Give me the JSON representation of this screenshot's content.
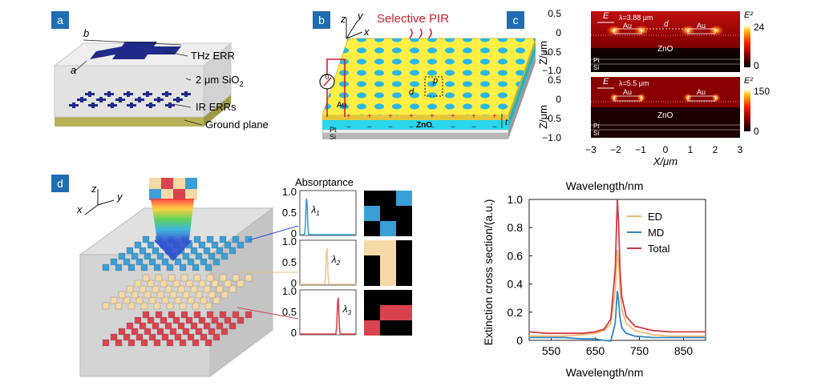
{
  "panels": {
    "a": {
      "badge": "a",
      "dim_b": "b",
      "dim_a": "a",
      "labels": [
        "THz ERR",
        "2 μm SiO",
        "IR ERRs",
        "Ground plane"
      ],
      "sio2_sub": "2"
    },
    "b": {
      "badge": "b",
      "title": "Selective PIR",
      "axis_z": "z",
      "axis_y": "y",
      "axis_x": "x",
      "meter_symbol": "0",
      "label_au": "Au",
      "label_zno": "ZnO",
      "label_pt": "Pt",
      "label_si": "Si",
      "label_p": "p",
      "label_d": "d",
      "label_t": "t",
      "charges_plus": [
        "+",
        "+",
        "+",
        "+",
        "+",
        "+",
        "+",
        "+"
      ],
      "charges_minus": [
        "−",
        "−",
        "−",
        "−",
        "−",
        "−",
        "−",
        "−"
      ]
    },
    "c": {
      "badge": "c",
      "top": {
        "e_label": "E",
        "lambda": "λ=3.88 μm",
        "d_label": "d",
        "au_left": "Au",
        "au_right": "Au",
        "zno": "ZnO",
        "pt": "Pt",
        "si": "Si",
        "colorbar_title": "E²",
        "colorbar_max": "24",
        "colorbar_min": "0",
        "yticks": [
          "0.5",
          "0",
          "−0.5",
          "−1.0"
        ],
        "ylabel": "Z/μm"
      },
      "bottom": {
        "e_label": "E",
        "lambda": "λ=5.5 μm",
        "au_left": "Au",
        "au_right": "Au",
        "zno": "ZnO",
        "pt": "Pt",
        "si": "Si",
        "colorbar_title": "E²",
        "colorbar_max": "150",
        "colorbar_min": "0",
        "yticks": [
          "0.5",
          "0",
          "−0.5",
          "−1.0"
        ],
        "ylabel": "Z/μm"
      },
      "xticks": [
        "−3",
        "−2",
        "−1",
        "0",
        "1",
        "2",
        "3"
      ],
      "xlabel": "X/μm"
    },
    "d": {
      "badge": "d",
      "axis_z": "z",
      "axis_y": "y",
      "axis_x": "x",
      "absorptance_title": "Absorptance",
      "yticks": [
        "1.0",
        "0.5",
        "0"
      ],
      "lambdas": [
        "λ",
        "λ",
        "λ"
      ],
      "lambda_subs": [
        "1",
        "2",
        "3"
      ],
      "colors": {
        "blue": "#3a9fd6",
        "beige": "#f5d9a6",
        "red": "#d9434f"
      }
    }
  },
  "chart_data": {
    "type": "line",
    "title": "Wavelength/nm",
    "xlabel": "Wavelength/nm",
    "ylabel": "Extinction cross section/(a.u.)",
    "xlim": [
      500,
      900
    ],
    "ylim": [
      0,
      1.0
    ],
    "xticks": [
      550,
      650,
      750,
      850
    ],
    "yticks": [
      0,
      0.2,
      0.4,
      0.6,
      0.8,
      1.0
    ],
    "legend_position": "top-right",
    "series": [
      {
        "name": "ED",
        "color": "#f5b971",
        "x": [
          500,
          540,
          580,
          620,
          650,
          670,
          685,
          695,
          700,
          703,
          706,
          710,
          720,
          740,
          780,
          820,
          860,
          900
        ],
        "y": [
          0.03,
          0.03,
          0.03,
          0.04,
          0.05,
          0.07,
          0.12,
          0.35,
          0.64,
          0.55,
          0.35,
          0.22,
          0.12,
          0.07,
          0.04,
          0.03,
          0.03,
          0.03
        ]
      },
      {
        "name": "MD",
        "color": "#2f86c6",
        "x": [
          500,
          540,
          580,
          620,
          650,
          670,
          685,
          695,
          700,
          703,
          706,
          710,
          720,
          740,
          780,
          820,
          860,
          900
        ],
        "y": [
          0.02,
          0.02,
          0.02,
          0.01,
          0.01,
          0.0,
          -0.005,
          0.12,
          0.35,
          0.28,
          0.16,
          0.09,
          0.05,
          0.03,
          0.02,
          0.02,
          0.02,
          0.02
        ]
      },
      {
        "name": "Total",
        "color": "#d03a46",
        "x": [
          500,
          540,
          580,
          620,
          650,
          670,
          685,
          695,
          700,
          703,
          706,
          710,
          720,
          740,
          780,
          820,
          860,
          900
        ],
        "y": [
          0.06,
          0.05,
          0.05,
          0.05,
          0.06,
          0.08,
          0.15,
          0.5,
          1.0,
          0.83,
          0.5,
          0.31,
          0.17,
          0.1,
          0.07,
          0.06,
          0.06,
          0.06
        ]
      }
    ]
  }
}
